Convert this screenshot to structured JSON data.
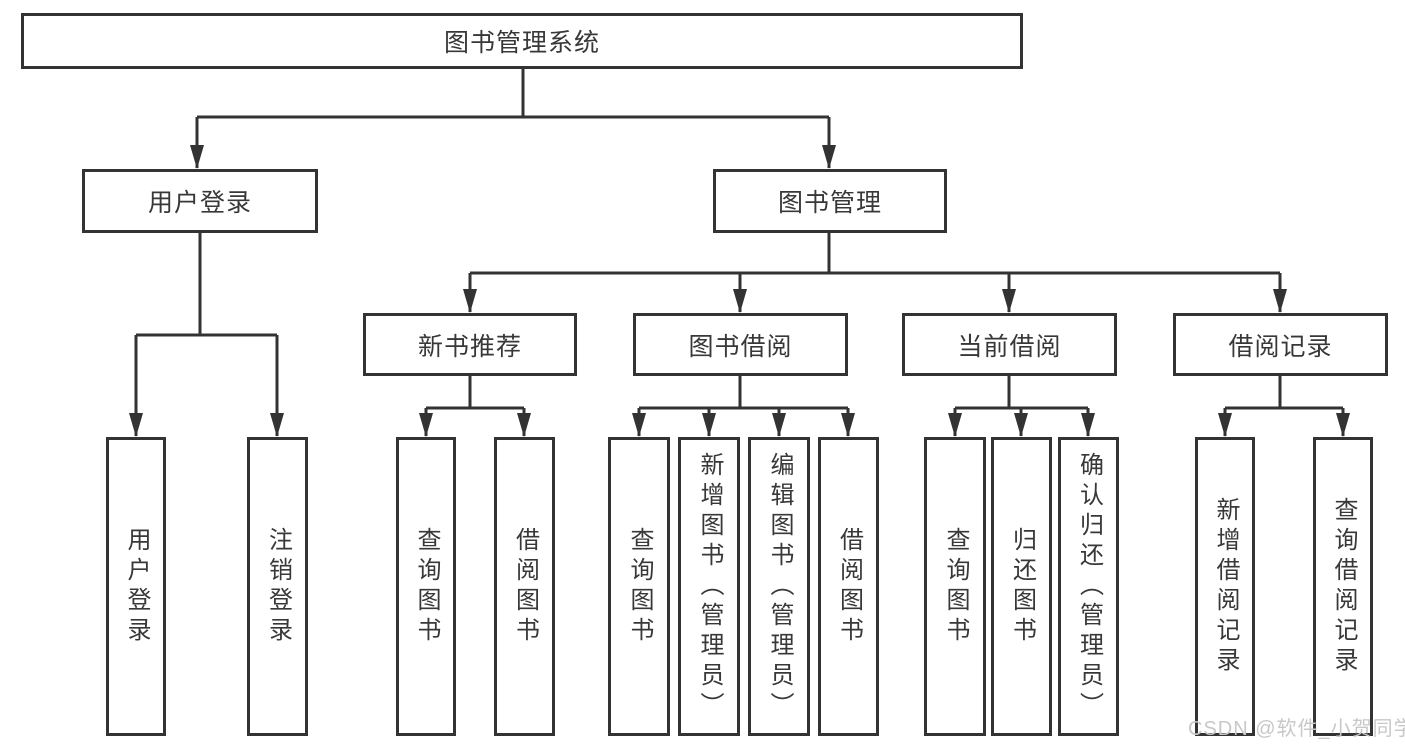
{
  "diagram": {
    "title": "图书管理系统",
    "type": "hierarchy-tree",
    "nodes": {
      "system": {
        "label": "图书管理系统",
        "level": 1
      },
      "user_login": {
        "label": "用户登录",
        "level": 2
      },
      "book_mgmt": {
        "label": "图书管理",
        "level": 2
      },
      "new_book_rec": {
        "label": "新书推荐",
        "level": 3
      },
      "book_borrow": {
        "label": "图书借阅",
        "level": 3
      },
      "current_borrow": {
        "label": "当前借阅",
        "level": 3
      },
      "borrow_records": {
        "label": "借阅记录",
        "level": 3
      },
      "login": {
        "label": "用户登录",
        "level": 4
      },
      "logout": {
        "label": "注销登录",
        "level": 4
      },
      "nb_query": {
        "label": "查询图书",
        "level": 4
      },
      "nb_borrow": {
        "label": "借阅图书",
        "level": 4
      },
      "bb_query": {
        "label": "查询图书",
        "level": 4
      },
      "bb_add": {
        "label": "新增图书（管理员）",
        "level": 4
      },
      "bb_edit": {
        "label": "编辑图书（管理员）",
        "level": 4
      },
      "bb_borrow": {
        "label": "借阅图书",
        "level": 4
      },
      "cb_query": {
        "label": "查询图书",
        "level": 4
      },
      "cb_return": {
        "label": "归还图书",
        "level": 4
      },
      "cb_confirm": {
        "label": "确认归还（管理员）",
        "level": 4
      },
      "br_add": {
        "label": "新增借阅记录",
        "level": 4
      },
      "br_query": {
        "label": "查询借阅记录",
        "level": 4
      }
    },
    "hierarchy": {
      "system": [
        "user_login",
        "book_mgmt"
      ],
      "user_login": [
        "login",
        "logout"
      ],
      "book_mgmt": [
        "new_book_rec",
        "book_borrow",
        "current_borrow",
        "borrow_records"
      ],
      "new_book_rec": [
        "nb_query",
        "nb_borrow"
      ],
      "book_borrow": [
        "bb_query",
        "bb_add",
        "bb_edit",
        "bb_borrow"
      ],
      "current_borrow": [
        "cb_query",
        "cb_return",
        "cb_confirm"
      ],
      "borrow_records": [
        "br_add",
        "br_query"
      ]
    },
    "colors": {
      "line": "#333333",
      "box_border": "#333333",
      "text": "#383838",
      "background": "#ffffff"
    }
  },
  "watermark": {
    "text": "CSDN @软件_小贺同学",
    "color": "#c8c8c8"
  }
}
